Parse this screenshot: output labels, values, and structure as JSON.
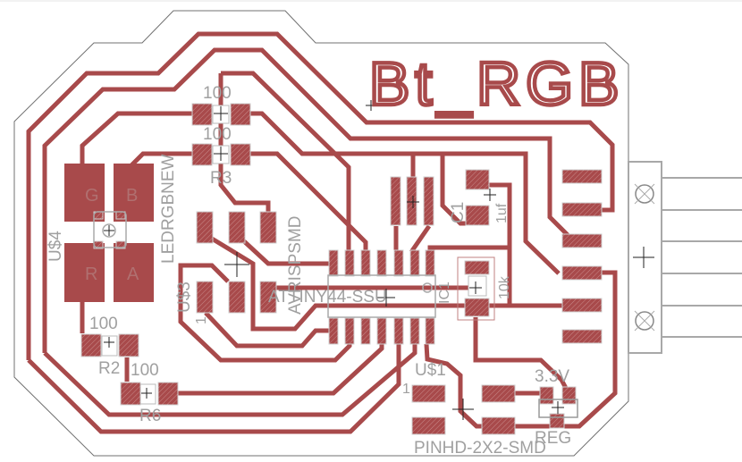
{
  "board": {
    "title": "Bt_RGB",
    "colors": {
      "trace": "#a84a4b",
      "pad": "#a84a4b",
      "outline": "#707070",
      "label": "#a0a0a0",
      "background": "#ffffff"
    }
  },
  "labels": {
    "r_top_value": "100",
    "r3_value": "100",
    "r3_name": "R3",
    "led_part": "LEDRGBNEW",
    "led_name": "U$4",
    "led_pads": {
      "g": "G",
      "b": "B",
      "r": "R",
      "a": "A"
    },
    "isp_part": "AVRISPSMD",
    "isp_name": "U$3",
    "isp_pin1": "1",
    "mcu_part": "ATTINY44-SSU",
    "mcu_name": "IC1",
    "c1_name": "C1",
    "c1_value": "1uf",
    "r1_value": "10k",
    "r2_value": "100",
    "r2_name": "R2",
    "r6_value": "100",
    "r6_name": "R6",
    "header_name": "U$1",
    "header_pin1": "1",
    "header_part": "PINHD-2X2-SMD",
    "reg_value": "3.3V",
    "reg_name": "REG"
  }
}
